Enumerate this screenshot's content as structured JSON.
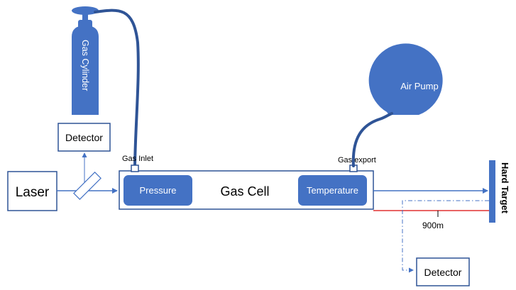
{
  "labels": {
    "gas_cylinder": "Gas Cylinder",
    "detector_top": "Detector",
    "laser": "Laser",
    "gas_inlet": "Gas Inlet",
    "pressure": "Pressure",
    "gas_cell": "Gas Cell",
    "temperature": "Temperature",
    "gas_export": "Gas export",
    "air_pump": "Air Pump",
    "hard_target": "Hard Target",
    "distance": "900m",
    "detector_bottom": "Detector"
  },
  "colors": {
    "blue": "#4472c4",
    "hose": "#2f5496",
    "red": "#e03030",
    "outline": "#2f5496",
    "text": "#000000"
  }
}
